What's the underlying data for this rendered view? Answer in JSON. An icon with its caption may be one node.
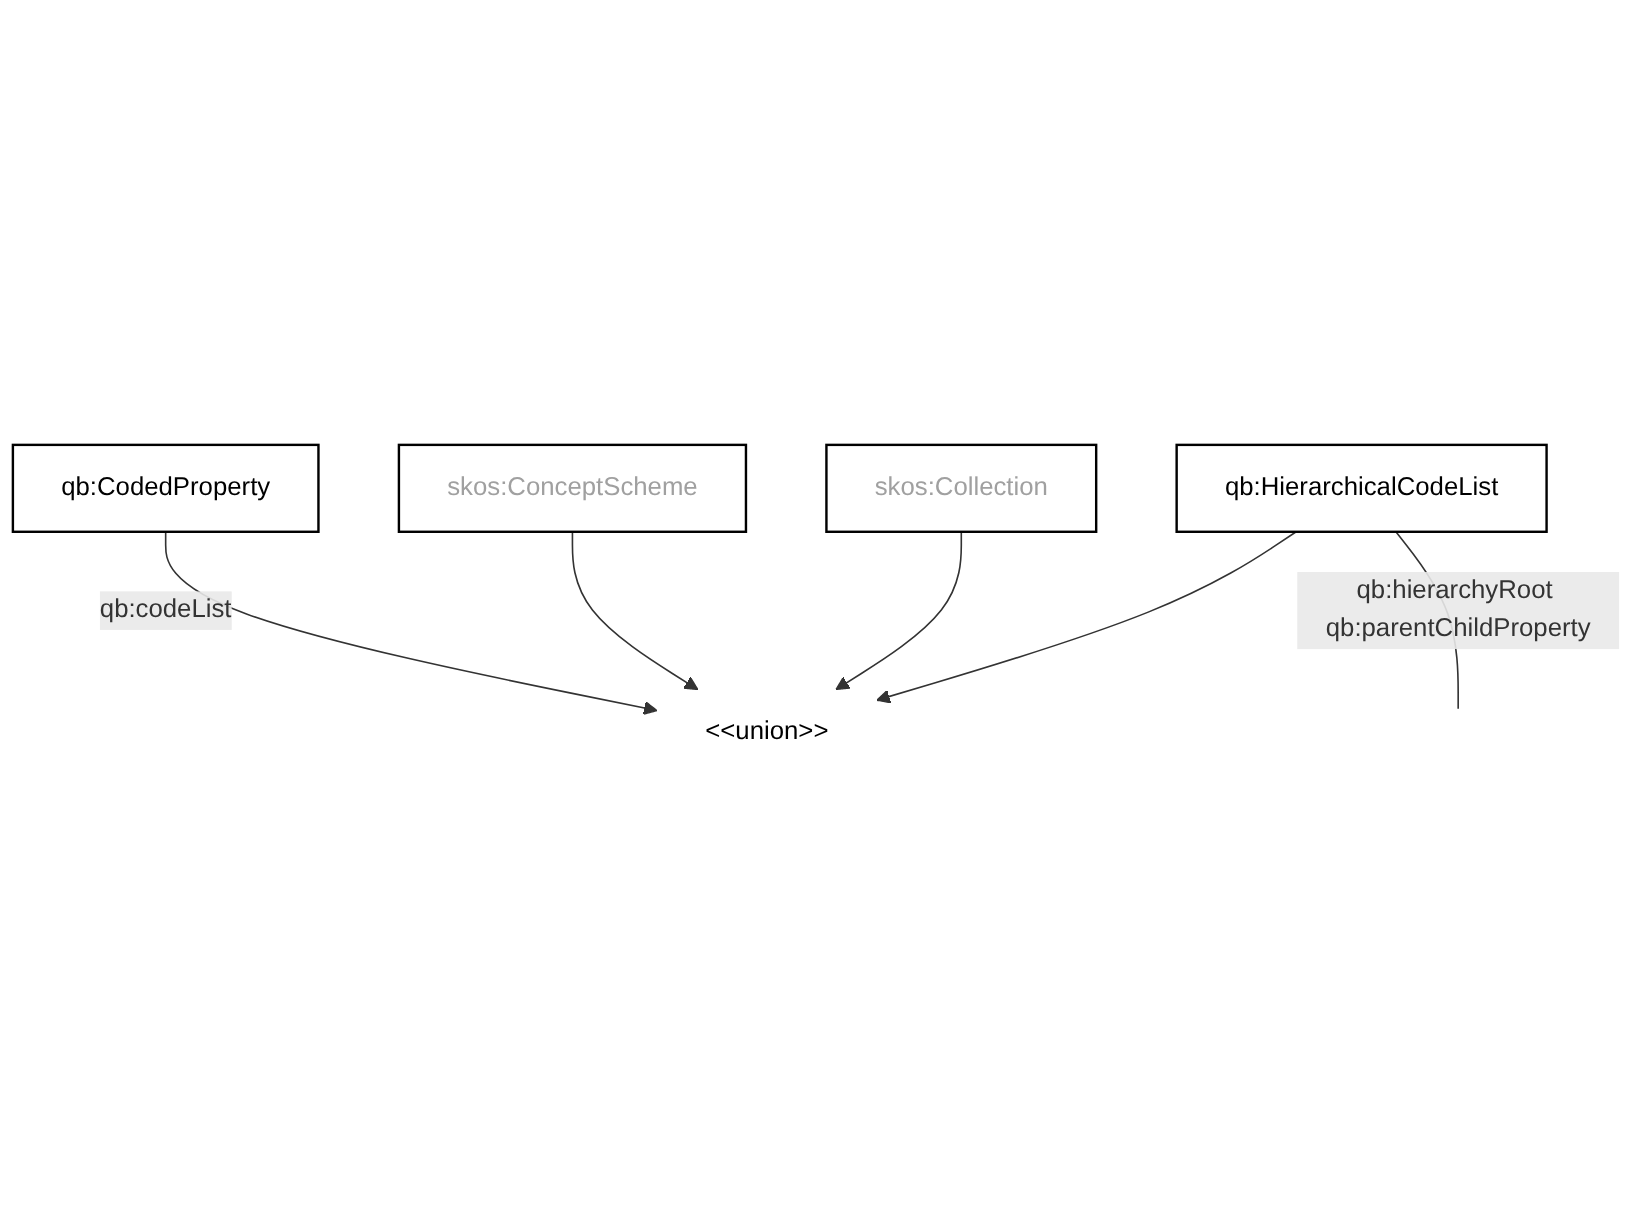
{
  "diagram": {
    "nodes": [
      {
        "text": [
          "qb:CodedProperty"
        ]
      },
      {
        "text": [
          "<<union>>"
        ]
      },
      {
        "text": [
          "skos:ConceptScheme"
        ]
      },
      {
        "text": [
          "skos:Collection"
        ]
      },
      {
        "text": [
          "qb:HierarchicalCodeList"
        ]
      }
    ],
    "edges": [
      {
        "from": 0,
        "to": 1,
        "arrow": "to",
        "label": "qb:codeList"
      },
      {
        "from": 2,
        "to": 1,
        "arrow": "to"
      },
      {
        "from": 3,
        "to": 1,
        "arrow": "to"
      },
      {
        "from": 4,
        "to": 1,
        "arrow": "to"
      },
      {
        "from": 4,
        "to": null,
        "arrow": "none",
        "label": "qb:hierarchyRoot qb:parentChildProperty"
      }
    ]
  }
}
